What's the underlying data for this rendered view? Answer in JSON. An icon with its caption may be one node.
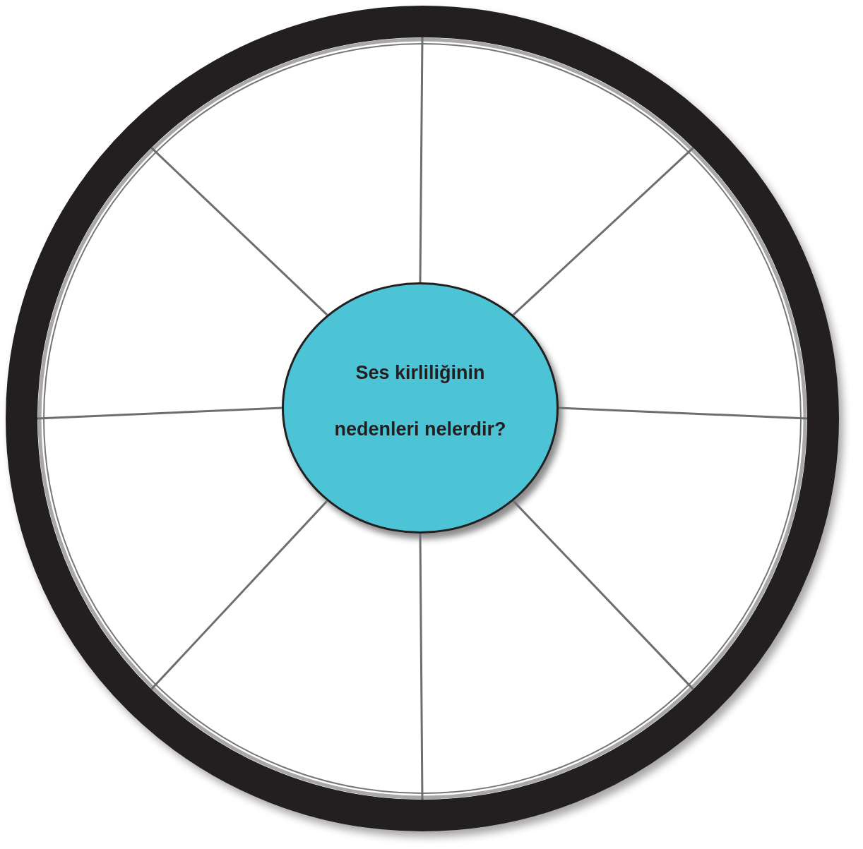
{
  "diagram": {
    "nodes": [
      {
        "text": [],
        "shape": "circle"
      },
      {
        "text": [
          "Ses kirliliğinin nedenleri nelerdir?"
        ],
        "in": 0
      }
    ],
    "edges": [
      {
        "from": 1,
        "to": 0,
        "arrow": "none"
      },
      {
        "from": 1,
        "to": 0,
        "arrow": "none"
      },
      {
        "from": 1,
        "to": 0,
        "arrow": "none"
      },
      {
        "from": 1,
        "to": 0,
        "arrow": "none"
      },
      {
        "from": 1,
        "to": 0,
        "arrow": "none"
      },
      {
        "from": 1,
        "to": 0,
        "arrow": "none"
      },
      {
        "from": 1,
        "to": 0,
        "arrow": "none"
      },
      {
        "from": 1,
        "to": 0,
        "arrow": "none"
      }
    ]
  }
}
